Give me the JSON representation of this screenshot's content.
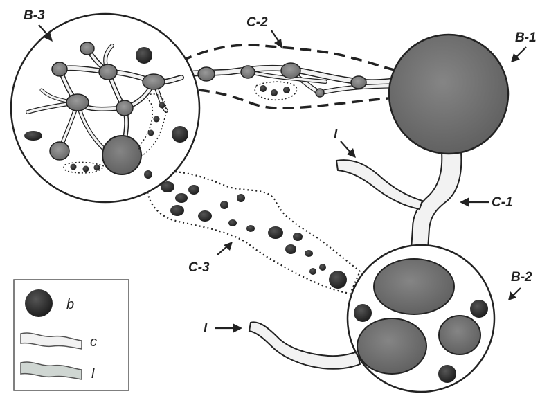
{
  "labels": {
    "b3": "B-3",
    "b1": "B-1",
    "b2": "B-2",
    "c1": "C-1",
    "c2": "C-2",
    "c3": "C-3",
    "l_top": "l",
    "l_bottom": "l"
  },
  "legend": {
    "items": [
      {
        "key": "b",
        "label": "b"
      },
      {
        "key": "c",
        "label": "c"
      },
      {
        "key": "l",
        "label": "l"
      }
    ]
  },
  "colors": {
    "dark_node": "#2e2e2e",
    "grey_node": "#8c8c8c",
    "big_grey": "#6f6f6f",
    "channel_fill": "#f2f2f2",
    "outline": "#222222",
    "legend_l_fill": "#cfd6d2"
  }
}
